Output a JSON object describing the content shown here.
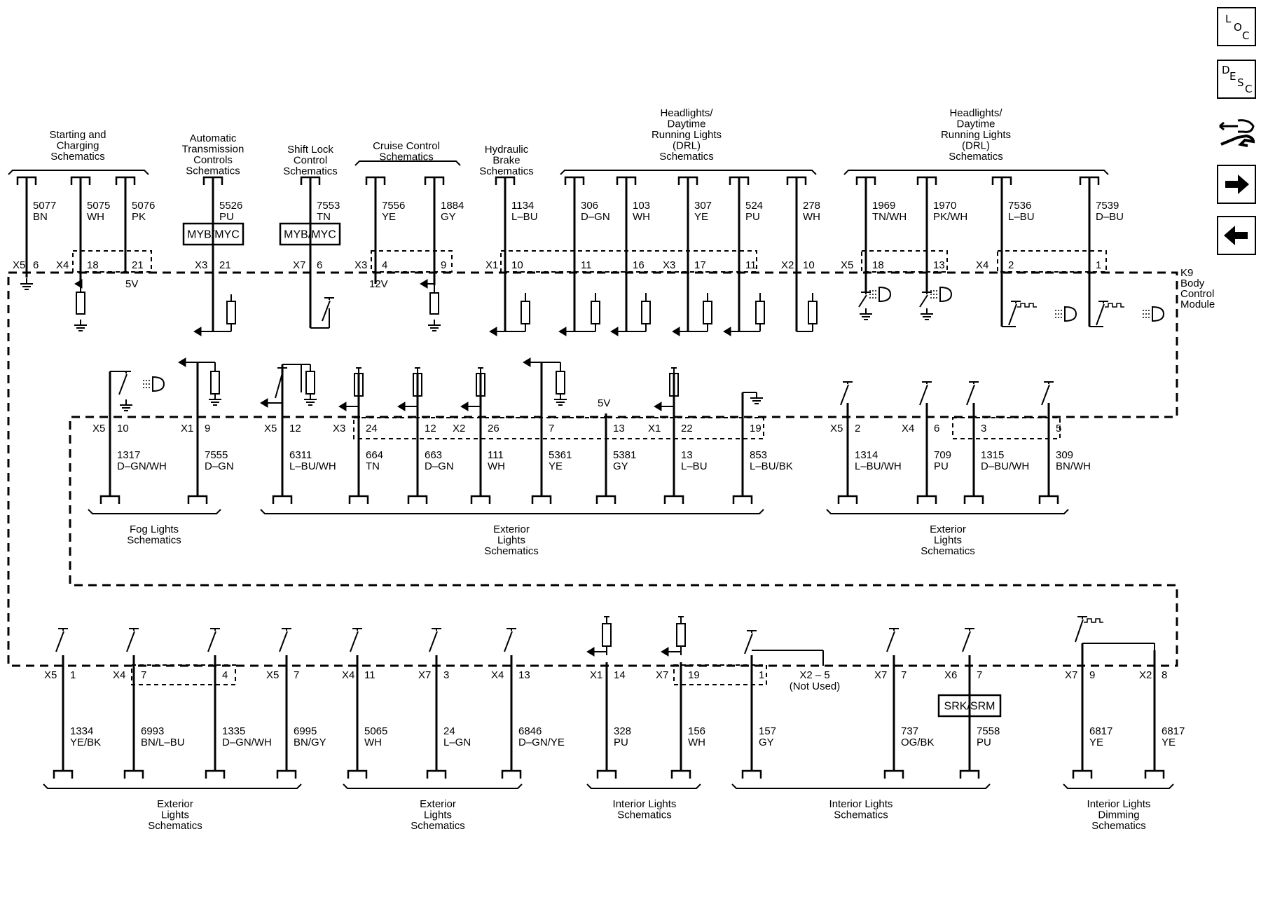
{
  "nav": {
    "loc": {
      "l1": "L",
      "l2": "O",
      "l3": "C"
    },
    "desc": {
      "l1": "D",
      "l2": "E",
      "l3": "S",
      "l4": "C"
    },
    "wrench_icon": "wrench-icon",
    "next_icon": "arrow-right-icon",
    "prev_icon": "arrow-left-icon"
  },
  "module": {
    "l1": "K9",
    "l2": "Body",
    "l3": "Control",
    "l4": "Module"
  },
  "groups": {
    "starting": [
      "Starting and",
      "Charging",
      "Schematics"
    ],
    "auto_trans": [
      "Automatic",
      "Transmission",
      "Controls",
      "Schematics"
    ],
    "shift_lock": [
      "Shift Lock",
      "Control",
      "Schematics"
    ],
    "cruise": [
      "Cruise Control",
      "Schematics"
    ],
    "brake": [
      "Hydraulic",
      "Brake",
      "Schematics"
    ],
    "drl1": [
      "Headlights/",
      "Daytime",
      "Running Lights",
      "(DRL)",
      "Schematics"
    ],
    "drl2": [
      "Headlights/",
      "Daytime",
      "Running Lights",
      "(DRL)",
      "Schematics"
    ],
    "fog": [
      "Fog Lights",
      "Schematics"
    ],
    "ext_mid1": [
      "Exterior",
      "Lights",
      "Schematics"
    ],
    "ext_mid2": [
      "Exterior",
      "Lights",
      "Schematics"
    ],
    "ext_bot1": [
      "Exterior",
      "Lights",
      "Schematics"
    ],
    "ext_bot2": [
      "Exterior",
      "Lights",
      "Schematics"
    ],
    "int1": [
      "Interior Lights",
      "Schematics"
    ],
    "int2": [
      "Interior Lights",
      "Schematics"
    ],
    "dimming": [
      "Interior Lights",
      "Dimming",
      "Schematics"
    ]
  },
  "boxes": {
    "myb1": "MYB/MYC",
    "myb2": "MYB/MYC",
    "srk": "SRK/SRM"
  },
  "voltages": {
    "v5_top": "5V",
    "v12": "12V",
    "v5_mid": "5V"
  },
  "not_used": {
    "l1": "X2 – 5",
    "l2": "(Not Used)"
  },
  "top_wires": [
    {
      "circuit": "5077",
      "color": "BN",
      "conn": "X5",
      "pin": "6"
    },
    {
      "circuit": "5075",
      "color": "WH",
      "conn": "X4",
      "pin": "18"
    },
    {
      "circuit": "5076",
      "color": "PK",
      "conn": "",
      "pin": "21"
    },
    {
      "circuit": "5526",
      "color": "PU",
      "conn": "X3",
      "pin": "21"
    },
    {
      "circuit": "7553",
      "color": "TN",
      "conn": "X7",
      "pin": "6"
    },
    {
      "circuit": "7556",
      "color": "YE",
      "conn": "X3",
      "pin": "4"
    },
    {
      "circuit": "1884",
      "color": "GY",
      "conn": "",
      "pin": "9"
    },
    {
      "circuit": "1134",
      "color": "L–BU",
      "conn": "X1",
      "pin": "10"
    },
    {
      "circuit": "306",
      "color": "D–GN",
      "conn": "",
      "pin": "11"
    },
    {
      "circuit": "103",
      "color": "WH",
      "conn": "",
      "pin": "16"
    },
    {
      "circuit": "307",
      "color": "YE",
      "conn": "X3",
      "pin": "17"
    },
    {
      "circuit": "524",
      "color": "PU",
      "conn": "",
      "pin": "11"
    },
    {
      "circuit": "278",
      "color": "WH",
      "conn": "X2",
      "pin": "10"
    },
    {
      "circuit": "1969",
      "color": "TN/WH",
      "conn": "X5",
      "pin": "18"
    },
    {
      "circuit": "1970",
      "color": "PK/WH",
      "conn": "",
      "pin": "13"
    },
    {
      "circuit": "7536",
      "color": "L–BU",
      "conn": "X4",
      "pin": "2"
    },
    {
      "circuit": "7539",
      "color": "D–BU",
      "conn": "",
      "pin": "1"
    }
  ],
  "mid_wires": [
    {
      "circuit": "1317",
      "color": "D–GN/WH",
      "conn": "X5",
      "pin": "10"
    },
    {
      "circuit": "7555",
      "color": "D–GN",
      "conn": "X1",
      "pin": "9"
    },
    {
      "circuit": "6311",
      "color": "L–BU/WH",
      "conn": "X5",
      "pin": "12"
    },
    {
      "circuit": "664",
      "color": "TN",
      "conn": "X3",
      "pin": "24"
    },
    {
      "circuit": "663",
      "color": "D–GN",
      "conn": "",
      "pin": "12"
    },
    {
      "circuit": "111",
      "color": "WH",
      "conn": "X2",
      "pin": "26"
    },
    {
      "circuit": "5361",
      "color": "YE",
      "conn": "",
      "pin": "7"
    },
    {
      "circuit": "5381",
      "color": "GY",
      "conn": "",
      "pin": "13"
    },
    {
      "circuit": "13",
      "color": "L–BU",
      "conn": "X1",
      "pin": "22"
    },
    {
      "circuit": "853",
      "color": "L–BU/BK",
      "conn": "",
      "pin": "19"
    },
    {
      "circuit": "1314",
      "color": "L–BU/WH",
      "conn": "X5",
      "pin": "2"
    },
    {
      "circuit": "709",
      "color": "PU",
      "conn": "X4",
      "pin": "6"
    },
    {
      "circuit": "1315",
      "color": "D–BU/WH",
      "conn": "",
      "pin": "3"
    },
    {
      "circuit": "309",
      "color": "BN/WH",
      "conn": "",
      "pin": "5"
    }
  ],
  "bot_wires": [
    {
      "circuit": "1334",
      "color": "YE/BK",
      "conn": "X5",
      "pin": "1"
    },
    {
      "circuit": "6993",
      "color": "BN/L–BU",
      "conn": "X4",
      "pin": "7"
    },
    {
      "circuit": "1335",
      "color": "D–GN/WH",
      "conn": "",
      "pin": "4"
    },
    {
      "circuit": "6995",
      "color": "BN/GY",
      "conn": "X5",
      "pin": "7"
    },
    {
      "circuit": "5065",
      "color": "WH",
      "conn": "X4",
      "pin": "11"
    },
    {
      "circuit": "24",
      "color": "L–GN",
      "conn": "X7",
      "pin": "3"
    },
    {
      "circuit": "6846",
      "color": "D–GN/YE",
      "conn": "X4",
      "pin": "13"
    },
    {
      "circuit": "328",
      "color": "PU",
      "conn": "X1",
      "pin": "14"
    },
    {
      "circuit": "156",
      "color": "WH",
      "conn": "X7",
      "pin": "19"
    },
    {
      "circuit": "157",
      "color": "GY",
      "conn": "",
      "pin": "1"
    },
    {
      "circuit": "737",
      "color": "OG/BK",
      "conn": "X7",
      "pin": "7"
    },
    {
      "circuit": "7558",
      "color": "PU",
      "conn": "X6",
      "pin": "7"
    },
    {
      "circuit": "6817",
      "color": "YE",
      "conn": "X7",
      "pin": "9"
    },
    {
      "circuit": "6817",
      "color": "YE",
      "conn": "X2",
      "pin": "8"
    }
  ]
}
